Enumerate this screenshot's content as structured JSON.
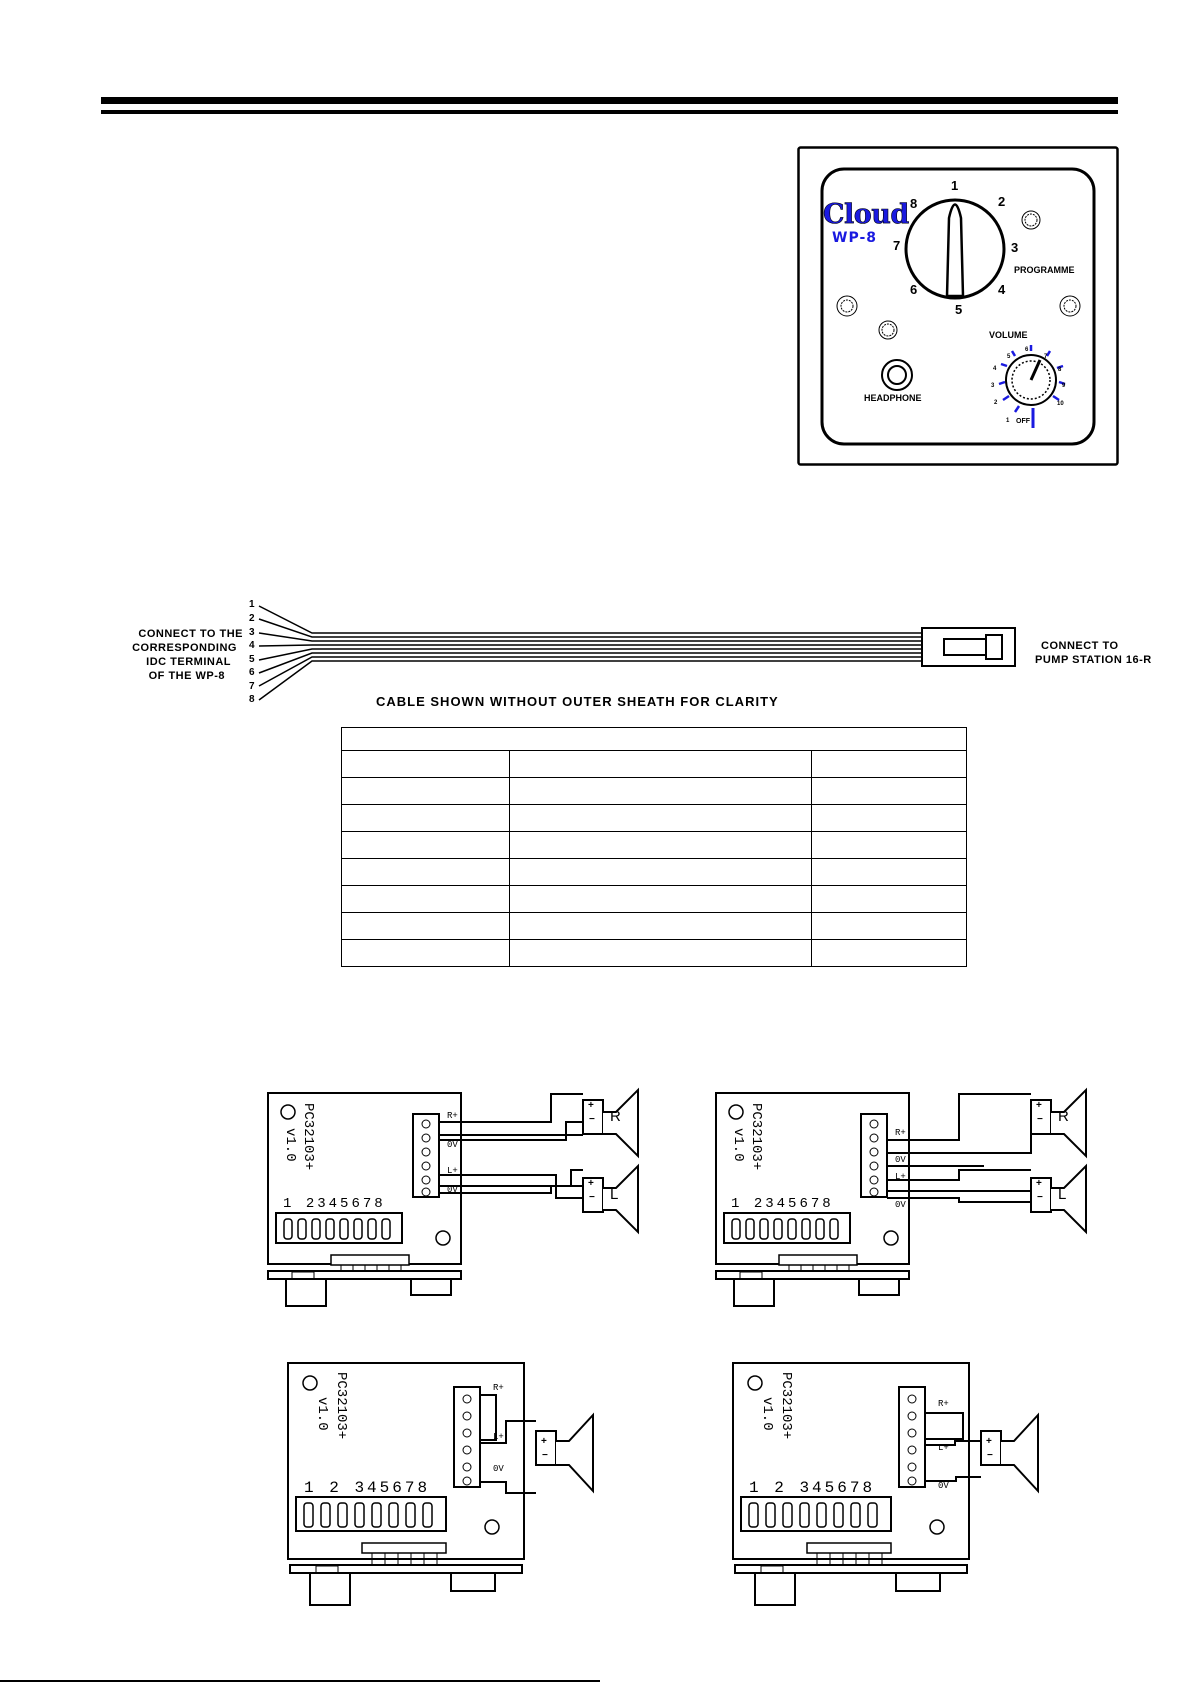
{
  "faceplate": {
    "brand": "Cloud",
    "model": "WP-8",
    "programme_label": "PROGRAMME",
    "programme_positions": [
      "1",
      "2",
      "3",
      "4",
      "5",
      "6",
      "7",
      "8"
    ],
    "volume_label": "VOLUME",
    "volume_positions": [
      "1",
      "2",
      "3",
      "4",
      "5",
      "6",
      "7",
      "8",
      "9",
      "10"
    ],
    "volume_off_label": "OFF",
    "headphone_label": "HEADPHONE"
  },
  "cable": {
    "left_label": [
      "CONNECT TO THE",
      "CORRESPONDING",
      "IDC TERMINAL",
      "OF THE WP-8"
    ],
    "wire_numbers": [
      "1",
      "2",
      "3",
      "4",
      "5",
      "6",
      "7",
      "8"
    ],
    "right_label": [
      "CONNECT TO",
      "PUMP STATION 16-R"
    ],
    "caption": "CABLE SHOWN WITHOUT OUTER SHEATH FOR CLARITY"
  },
  "table": {
    "rows": [
      [
        "",
        "",
        ""
      ],
      [
        "",
        "",
        ""
      ],
      [
        "",
        "",
        ""
      ],
      [
        "",
        "",
        ""
      ],
      [
        "",
        "",
        ""
      ],
      [
        "",
        "",
        ""
      ],
      [
        "",
        "",
        ""
      ],
      [
        "",
        "",
        ""
      ],
      [
        "",
        "",
        ""
      ]
    ]
  },
  "boards": {
    "pcb_name": "PC32103+",
    "pcb_version": "v1.0",
    "idc_numbers": [
      "1",
      "2",
      "3",
      "4",
      "5",
      "6",
      "7",
      "8"
    ],
    "terminal_labels_stereo": [
      "R+",
      "0V",
      "L+",
      "0V"
    ],
    "terminal_labels_mono_a": [
      "R+",
      "L+",
      "0V"
    ],
    "terminal_labels_mono_b": [
      "R+",
      "L+",
      "0V"
    ],
    "speaker_right": "R",
    "speaker_left": "L",
    "plus": "+",
    "minus": "−"
  }
}
